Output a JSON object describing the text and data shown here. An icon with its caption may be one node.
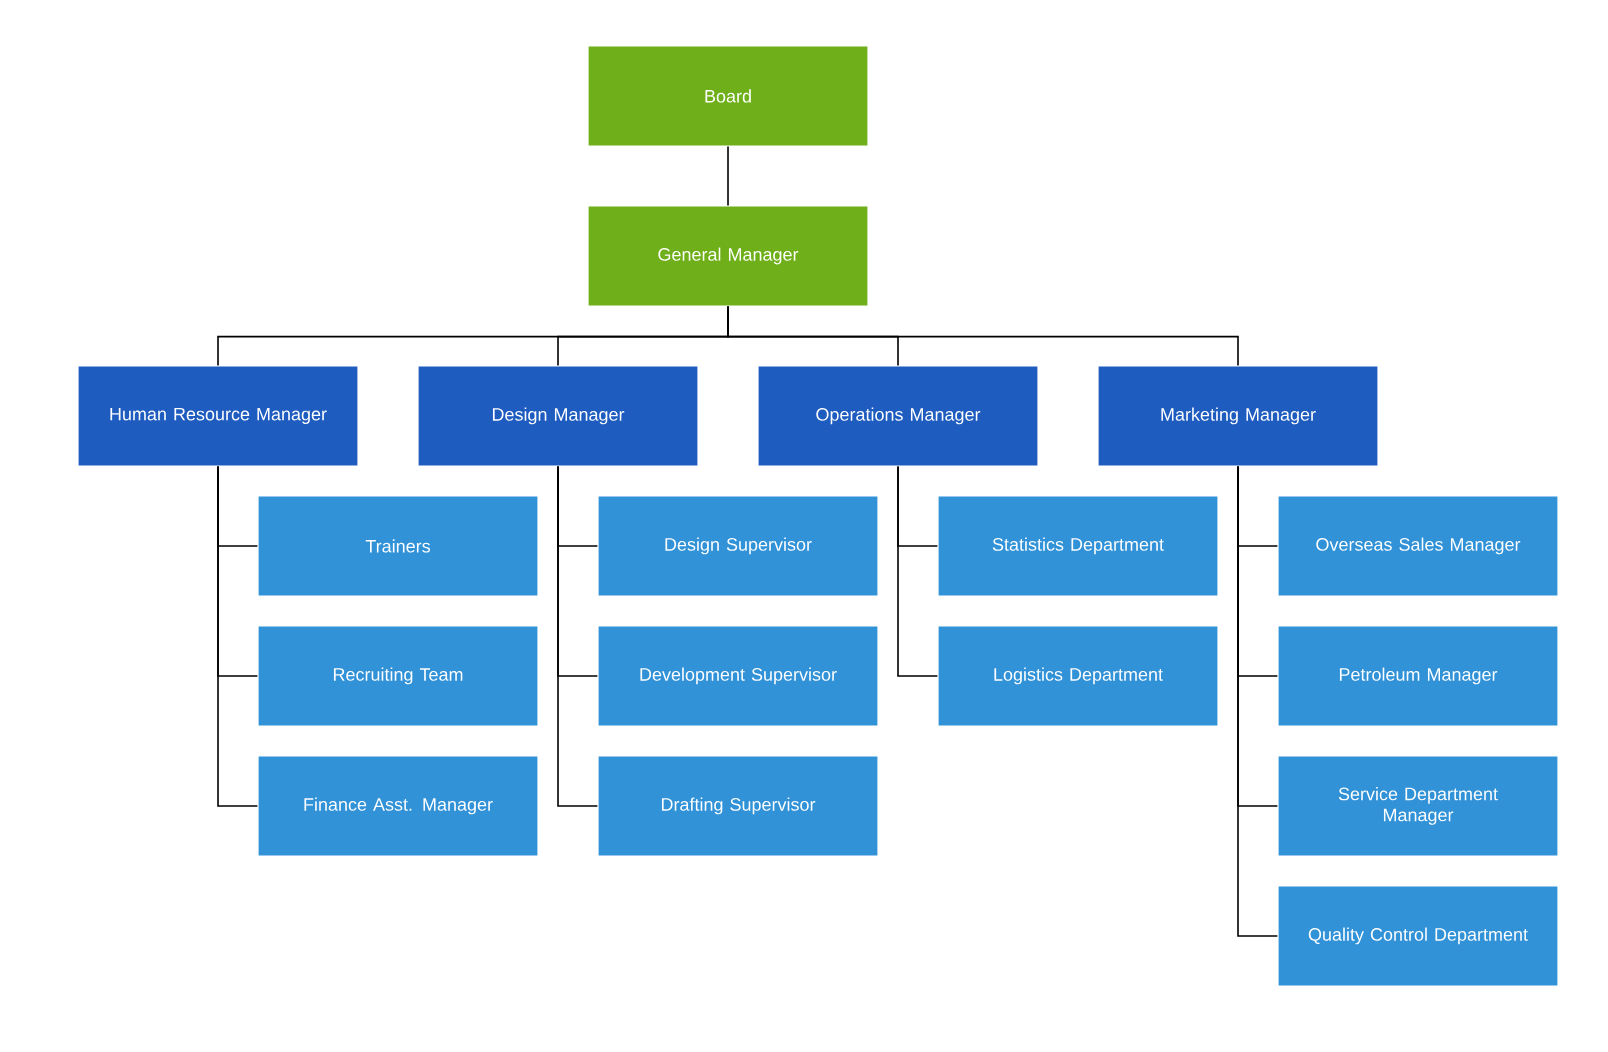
{
  "diagram": {
    "nodes": [
      {
        "text": [
          "Board"
        ]
      },
      {
        "text": [
          "General Manager"
        ]
      },
      {
        "text": [
          "Human Resource Manager"
        ]
      },
      {
        "text": [
          "Design Manager"
        ]
      },
      {
        "text": [
          "Operations Manager"
        ]
      },
      {
        "text": [
          "Marketing Manager"
        ]
      },
      {
        "text": [
          "Trainers"
        ]
      },
      {
        "text": [
          "Recruiting Team"
        ]
      },
      {
        "text": [
          "Finance Asst. Manager"
        ]
      },
      {
        "text": [
          "Design Supervisor"
        ]
      },
      {
        "text": [
          "Development Supervisor"
        ]
      },
      {
        "text": [
          "Drafting Supervisor"
        ]
      },
      {
        "text": [
          "Statistics Department"
        ]
      },
      {
        "text": [
          "Logistics Department"
        ]
      },
      {
        "text": [
          "Overseas Sales Manager"
        ]
      },
      {
        "text": [
          "Petroleum Manager"
        ]
      },
      {
        "text": [
          "Service Department Manager"
        ]
      },
      {
        "text": [
          "Quality Control Department"
        ]
      }
    ],
    "edges": [
      {
        "from": 0,
        "to": 1,
        "arrow": "none"
      },
      {
        "from": 1,
        "to": 2,
        "arrow": "none"
      },
      {
        "from": 1,
        "to": 3,
        "arrow": "none"
      },
      {
        "from": 1,
        "to": 4,
        "arrow": "none"
      },
      {
        "from": 1,
        "to": 5,
        "arrow": "none"
      },
      {
        "from": 2,
        "to": 6,
        "arrow": "none"
      },
      {
        "from": 2,
        "to": 7,
        "arrow": "none"
      },
      {
        "from": 2,
        "to": 8,
        "arrow": "none"
      },
      {
        "from": 3,
        "to": 9,
        "arrow": "none"
      },
      {
        "from": 3,
        "to": 10,
        "arrow": "none"
      },
      {
        "from": 3,
        "to": 11,
        "arrow": "none"
      },
      {
        "from": 4,
        "to": 12,
        "arrow": "none"
      },
      {
        "from": 4,
        "to": 13,
        "arrow": "none"
      },
      {
        "from": 5,
        "to": 14,
        "arrow": "none"
      },
      {
        "from": 5,
        "to": 15,
        "arrow": "none"
      },
      {
        "from": 5,
        "to": 16,
        "arrow": "none"
      },
      {
        "from": 5,
        "to": 17,
        "arrow": "none"
      }
    ]
  }
}
